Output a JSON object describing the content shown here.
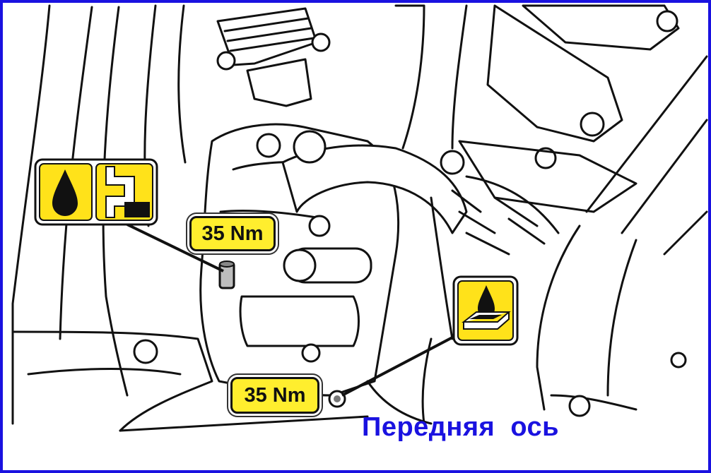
{
  "labels": {
    "torque_upper": "35 Nm",
    "torque_lower": "35 Nm"
  },
  "caption": "Передняя  ось",
  "icons": {
    "upper": "oil-fill-plug-icon",
    "lower": "oil-drain-plug-icon"
  },
  "colors": {
    "frame": "#1a12e0",
    "label_fill": "#ffee2e",
    "icon_fill": "#ffe21a",
    "caption": "#1a12e0",
    "line": "#111111"
  }
}
